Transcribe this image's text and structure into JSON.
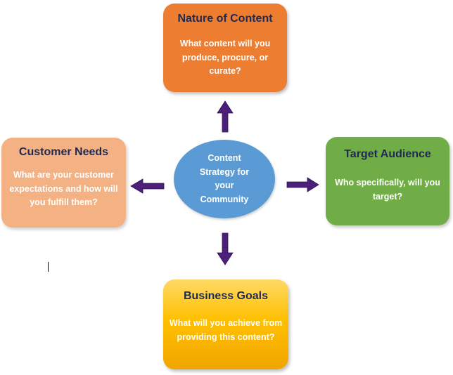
{
  "center": {
    "text": "Content Strategy for your Community"
  },
  "boxes": {
    "top": {
      "title": "Nature of Content",
      "body": "What content will you produce, procure, or curate?"
    },
    "left": {
      "title": "Customer Needs",
      "body": "What are your customer expectations and how will you fulfill them?"
    },
    "right": {
      "title": "Target Audience",
      "body": "Who specifically, will you target?"
    },
    "bottom": {
      "title": "Business Goals",
      "body": "What will you achieve from providing this content?"
    }
  },
  "colors": {
    "top": "#ec7d31",
    "left": "#f4b183",
    "right": "#70ad47",
    "bottom": "#ffc000",
    "center": "#5b9bd5",
    "arrow": "#4b1f7a",
    "title_text": "#1f2a52"
  }
}
